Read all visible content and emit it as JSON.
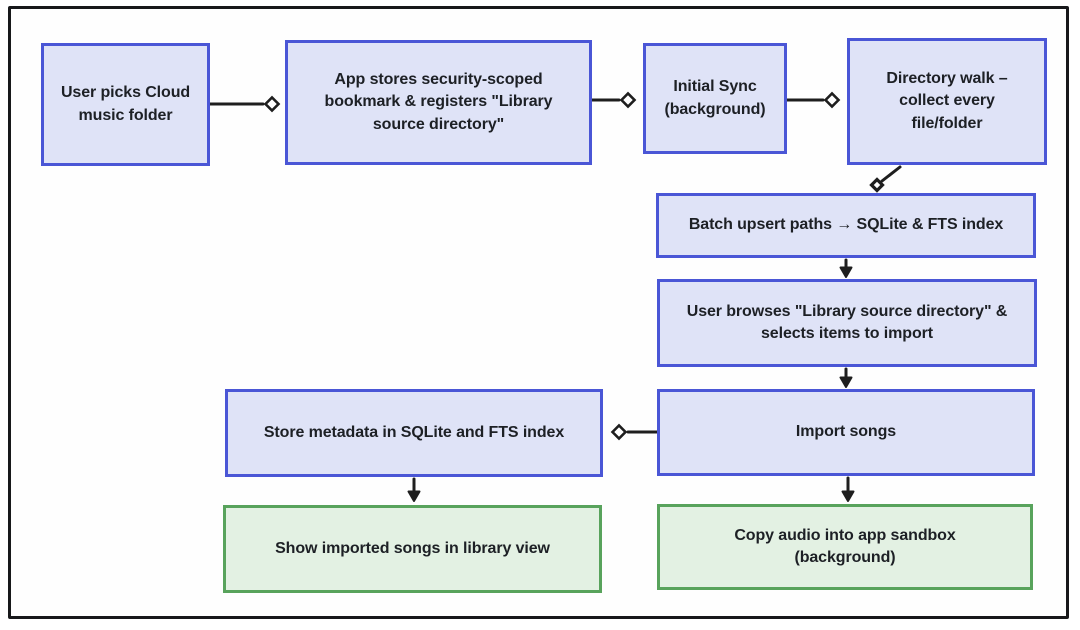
{
  "diagram": {
    "type": "flowchart",
    "background": "#ffffff",
    "frame_color": "#17181a",
    "colors": {
      "blue_node_fill": "#dfe3f7",
      "blue_node_border": "#4a56d6",
      "green_node_fill": "#e3f1e3",
      "green_node_border": "#58a35c",
      "edge": "#1e1e1e",
      "text": "#1d2025"
    },
    "nodes": [
      {
        "id": "user-picks-folder",
        "style": "blue",
        "label": "User picks Cloud\nmusic folder"
      },
      {
        "id": "store-bookmark",
        "style": "blue",
        "label": "App stores security-scoped\nbookmark & registers \"Library\nsource directory\""
      },
      {
        "id": "initial-sync",
        "style": "blue",
        "label": "Initial Sync\n(background)"
      },
      {
        "id": "directory-walk",
        "style": "blue",
        "label": "Directory walk –\ncollect every\nfile/folder"
      },
      {
        "id": "batch-upsert",
        "style": "blue",
        "label": "Batch upsert paths → SQLite & FTS index"
      },
      {
        "id": "user-browses",
        "style": "blue",
        "label": "User browses \"Library source directory\" &\nselects items to import"
      },
      {
        "id": "import-songs",
        "style": "blue",
        "label": "Import songs"
      },
      {
        "id": "store-metadata",
        "style": "blue",
        "label": "Store metadata in SQLite and FTS index"
      },
      {
        "id": "show-imported",
        "style": "green",
        "label": "Show imported songs in library view"
      },
      {
        "id": "copy-audio",
        "style": "green",
        "label": "Copy audio into app sandbox\n(background)"
      }
    ],
    "edges": [
      {
        "from": "user-picks-folder",
        "to": "store-bookmark",
        "marker": "diamond"
      },
      {
        "from": "store-bookmark",
        "to": "initial-sync",
        "marker": "diamond"
      },
      {
        "from": "initial-sync",
        "to": "directory-walk",
        "marker": "diamond"
      },
      {
        "from": "directory-walk",
        "to": "batch-upsert",
        "marker": "diamond"
      },
      {
        "from": "batch-upsert",
        "to": "user-browses",
        "marker": "arrow"
      },
      {
        "from": "user-browses",
        "to": "import-songs",
        "marker": "arrow"
      },
      {
        "from": "import-songs",
        "to": "store-metadata",
        "marker": "diamond"
      },
      {
        "from": "store-metadata",
        "to": "show-imported",
        "marker": "arrow"
      },
      {
        "from": "import-songs",
        "to": "copy-audio",
        "marker": "arrow"
      }
    ]
  }
}
